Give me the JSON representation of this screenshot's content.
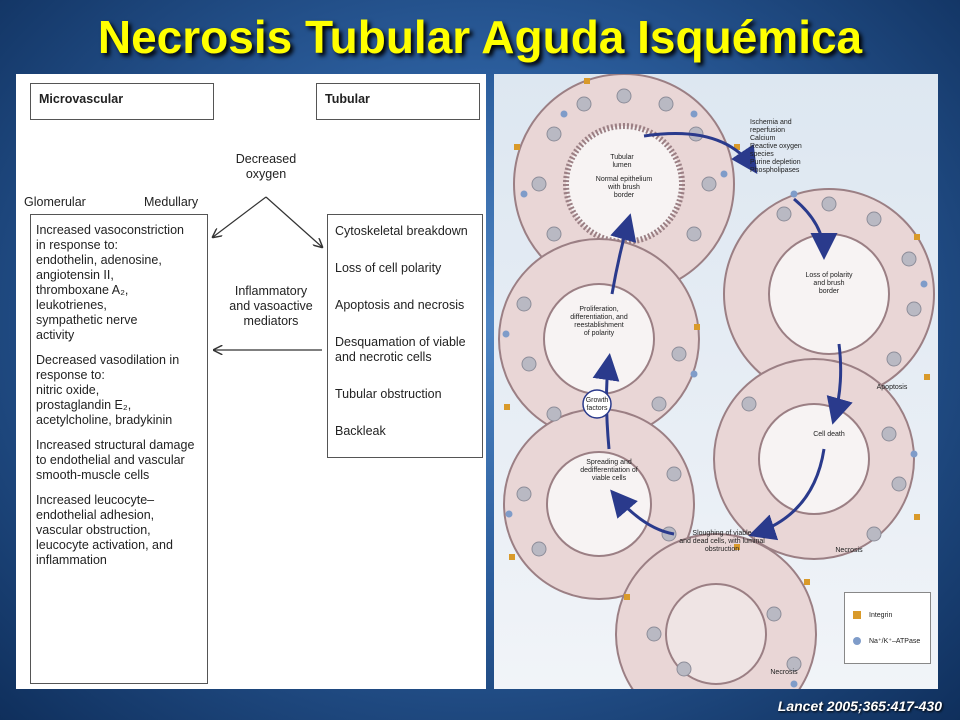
{
  "slide": {
    "title": "Necrosis Tubular Aguda Isquémica",
    "citation": "Lancet 2005;365:417-430"
  },
  "left_diagram": {
    "microvascular_header": "Microvascular",
    "tubular_header": "Tubular",
    "decreased_oxygen": [
      "Decreased",
      "oxygen"
    ],
    "glomerular": "Glomerular",
    "medullary": "Medullary",
    "inflammatory": [
      "Inflammatory",
      "and vasoactive",
      "mediators"
    ],
    "microvascular_items": [
      [
        "Increased vasoconstriction",
        "in response to:",
        "endothelin, adenosine,",
        "angiotensin II,",
        "thromboxane A₂,",
        "leukotrienes,",
        "sympathetic nerve",
        "activity"
      ],
      [
        "Decreased vasodilation in",
        "response to:",
        "nitric oxide,",
        "prostaglandin E₂,",
        "acetylcholine, bradykinin"
      ],
      [
        "Increased structural damage",
        "to endothelial and vascular",
        "smooth-muscle cells"
      ],
      [
        "Increased leucocyte–",
        "endothelial adhesion,",
        "vascular obstruction,",
        "leucocyte activation, and",
        "inflammation"
      ]
    ],
    "tubular_items": [
      "Cytoskeletal breakdown",
      "Loss of cell polarity",
      "Apoptosis and necrosis",
      "Desquamation of viable and necrotic cells",
      "Tubular obstruction",
      "Backleak"
    ]
  },
  "right_diagram": {
    "tubular_lumen": [
      "Tubular",
      "lumen"
    ],
    "normal_epithelium": [
      "Normal epithelium",
      "with brush",
      "border"
    ],
    "ischemia": [
      "Ischemia and",
      "reperfusion"
    ],
    "ischemia_factors": [
      "Calcium",
      "Reactive oxygen",
      "species",
      "Purine depletion",
      "Phospholipases"
    ],
    "loss_polarity": [
      "Loss of polarity",
      "and brush",
      "border"
    ],
    "apoptosis": "Apoptosis",
    "cell_death": "Cell death",
    "necrosis_1": "Necrosis",
    "sloughing": [
      "Sloughing of viable",
      "and dead cells, with luminal",
      "obstruction"
    ],
    "necrosis_2": "Necrosis",
    "spreading": [
      "Spreading and",
      "dedifferentiation of",
      "viable cells"
    ],
    "growth_factors": [
      "Growth",
      "factors"
    ],
    "proliferation": [
      "Proliferation,",
      "differentiation, and",
      "reestablishment",
      "of polarity"
    ],
    "key": [
      {
        "label": "Integrin",
        "icon": "integrin-icon"
      },
      {
        "label": "Na⁺/K⁺–ATPase",
        "icon": "atpase-icon"
      }
    ],
    "colors": {
      "cell": "#e9d6d6",
      "cell_border": "#9b7f84",
      "nucleus": "#b9b9c3",
      "arrow": "#2a3a8c",
      "integrin": "#d99a2a",
      "atpase": "#7f9cc9"
    }
  }
}
